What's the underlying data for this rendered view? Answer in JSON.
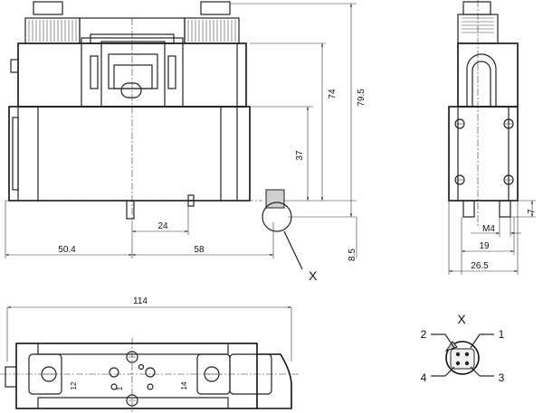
{
  "dimensions": {
    "height_79_5": "79.5",
    "height_74": "74",
    "height_37": "37",
    "width_24": "24",
    "offset_50_4": "50.4",
    "offset_58": "58",
    "offset_8_5": "8.5",
    "width_114": "114",
    "thread_m4": "M4",
    "width_19": "19",
    "width_26_5": "26.5",
    "depth_7": "7"
  },
  "detail": {
    "marker": "X",
    "title": "X",
    "pins": [
      "1",
      "2",
      "3",
      "4"
    ]
  },
  "port_labels": {
    "port_12": "12",
    "port_1": "1",
    "port_14": "14"
  }
}
